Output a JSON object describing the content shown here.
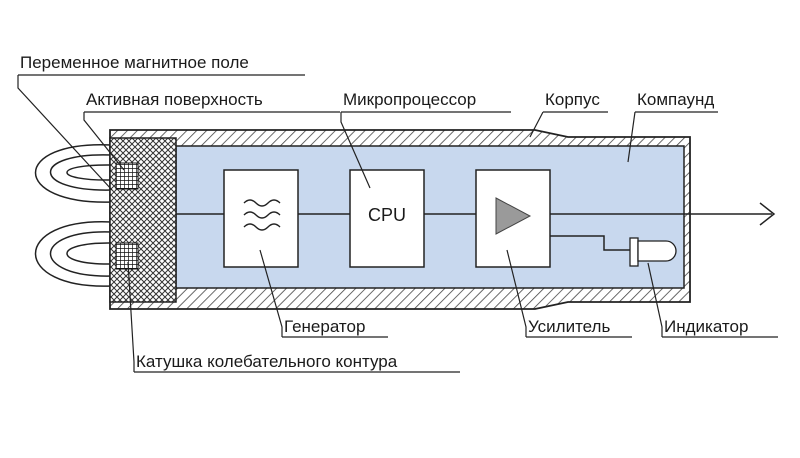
{
  "labels": {
    "field": "Переменное магнитное поле",
    "active_surface": "Активная поверхность",
    "microprocessor": "Микропроцессор",
    "housing": "Корпус",
    "compound": "Компаунд",
    "generator": "Генератор",
    "coil": "Катушка колебательного контура",
    "amplifier": "Усилитель",
    "indicator": "Индикатор"
  },
  "blocks": {
    "cpu_text": "CPU"
  },
  "colors": {
    "compound_fill": "#c8d8ee",
    "housing_hatch": "#333333"
  }
}
